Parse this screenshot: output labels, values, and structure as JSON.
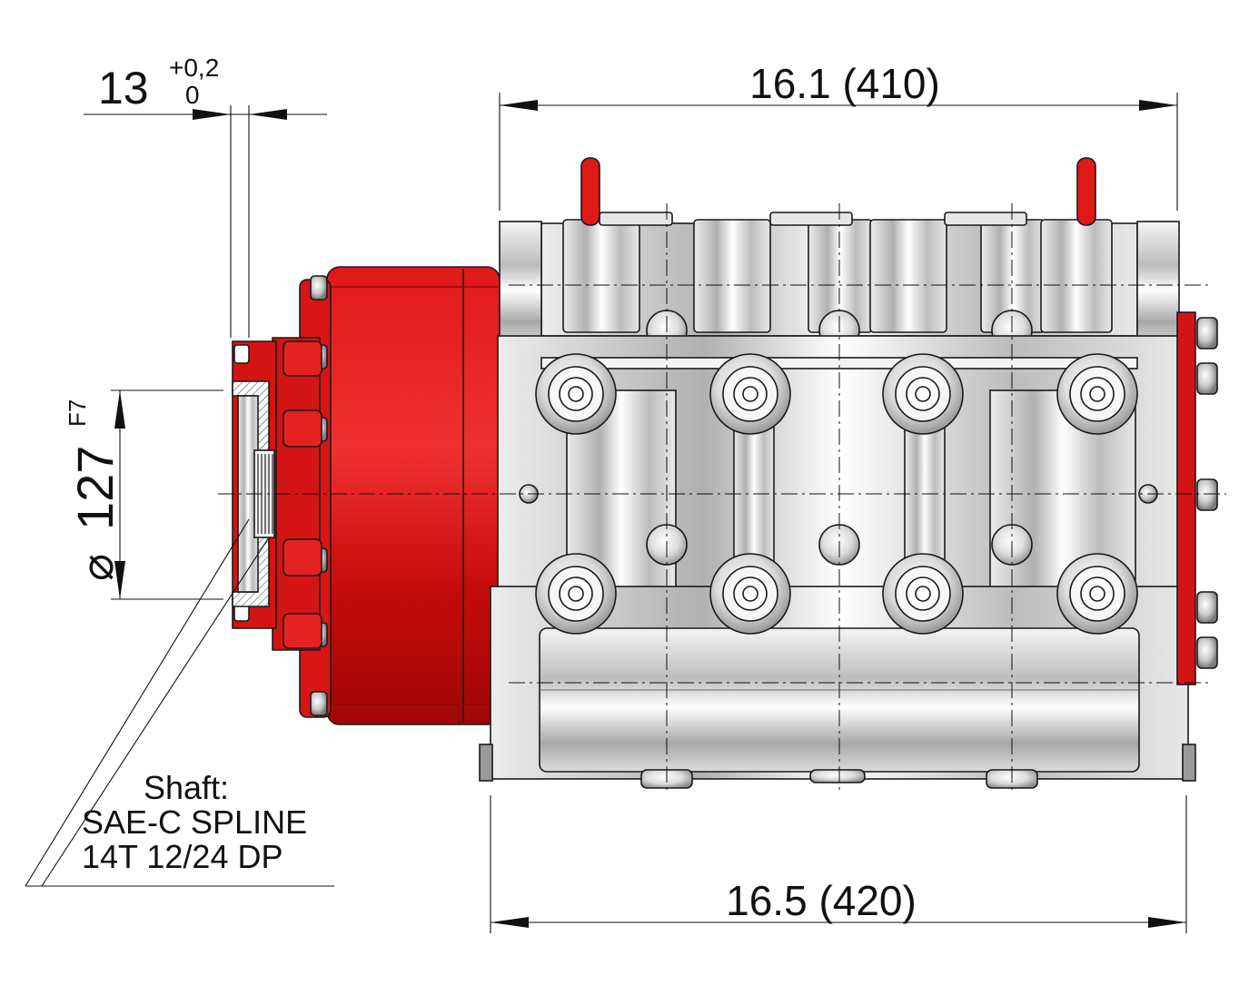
{
  "dimensions": {
    "top_width": "16.1 (410)",
    "bottom_width": "16.5 (420)",
    "shaft_offset": "13",
    "shaft_offset_tol_upper": "+0,2",
    "shaft_offset_tol_lower": "0",
    "flange_diameter": "127",
    "flange_diameter_fit": "F7",
    "diameter_symbol": "⌀"
  },
  "shaft_note": {
    "line1": "Shaft:",
    "line2": "SAE-C SPLINE",
    "line3": "14T 12/24 DP"
  },
  "colors": {
    "gearbox_red": "#d41414",
    "gearbox_dark": "#a80808",
    "body_steel": "#d9d9d9",
    "steel_shadow": "#9a9a9a",
    "bolt_gray": "#8a8a8a",
    "line": "#111111"
  }
}
